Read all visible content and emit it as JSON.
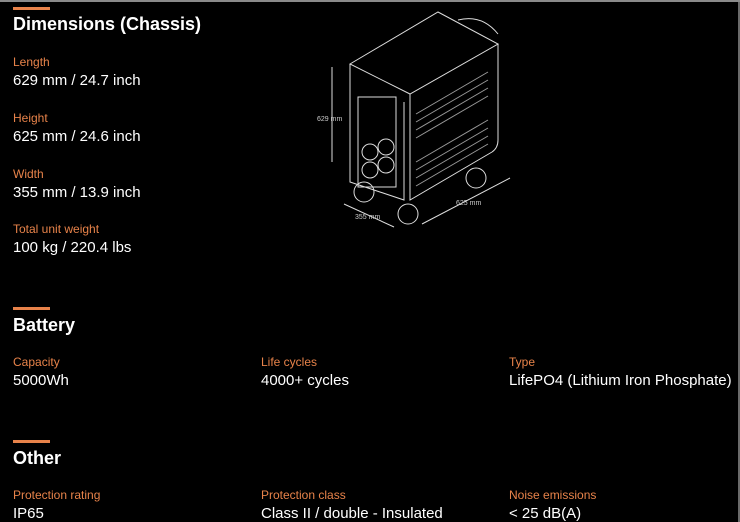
{
  "accent": "#e8834a",
  "dimensions": {
    "title": "Dimensions (Chassis)",
    "items": [
      {
        "label": "Length",
        "value": "629 mm / 24.7 inch"
      },
      {
        "label": "Height",
        "value": "625 mm / 24.6 inch"
      },
      {
        "label": "Width",
        "value": "355 mm / 13.9 inch"
      },
      {
        "label": "Total unit weight",
        "value": "100 kg / 220.4 lbs"
      }
    ],
    "illustration": {
      "height_label": "629 mm",
      "width_label": "355 mm",
      "length_label": "625 mm"
    }
  },
  "battery": {
    "title": "Battery",
    "items": [
      {
        "label": "Capacity",
        "value": "5000Wh"
      },
      {
        "label": "Life cycles",
        "value": "4000+ cycles"
      },
      {
        "label": "Type",
        "value": "LifePO4 (Lithium Iron Phosphate)"
      }
    ]
  },
  "other": {
    "title": "Other",
    "items": [
      {
        "label": "Protection rating",
        "value": "IP65"
      },
      {
        "label": "Protection class",
        "value": "Class II / double - Insulated"
      },
      {
        "label": "Noise emissions",
        "value": "< 25 dB(A)"
      }
    ]
  }
}
